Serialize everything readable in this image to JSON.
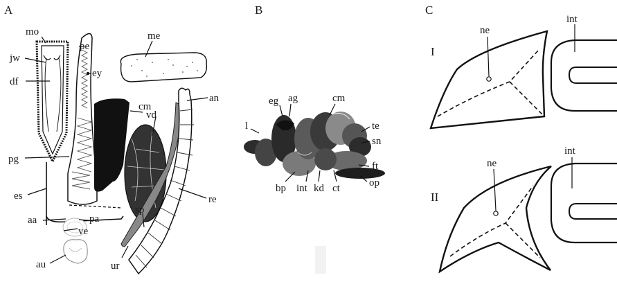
{
  "panels": {
    "a": "A",
    "b": "B",
    "c": "C"
  },
  "panel_a_labels": {
    "mo": "mo",
    "jw": "jw",
    "df": "df",
    "pe": "pe",
    "ey": "ey",
    "me": "me",
    "cm": "cm",
    "vd": "vd",
    "an": "an",
    "pg": "pg",
    "es": "es",
    "re": "re",
    "aa": "aa",
    "pa": "pa",
    "ve": "ve",
    "sp": "sp",
    "au": "au",
    "ur": "ur"
  },
  "panel_b_labels": {
    "eg": "eg",
    "ag": "ag",
    "cm": "cm",
    "l": "l",
    "te": "te",
    "sn": "sn",
    "ft": "ft",
    "op": "op",
    "bp": "bp",
    "int": "int",
    "kd": "kd",
    "ct": "ct"
  },
  "panel_c_labels": {
    "row1": "I",
    "row2": "II",
    "ne1": "ne",
    "int1": "int",
    "ne2": "ne",
    "int2": "int"
  },
  "colors": {
    "ink": "#111111",
    "crop_fill": "#7a7a7a",
    "ventricle_fill": "#3a3a3a",
    "photo_dark": "#2c2c2c",
    "photo_mid": "#6b6b6b"
  }
}
